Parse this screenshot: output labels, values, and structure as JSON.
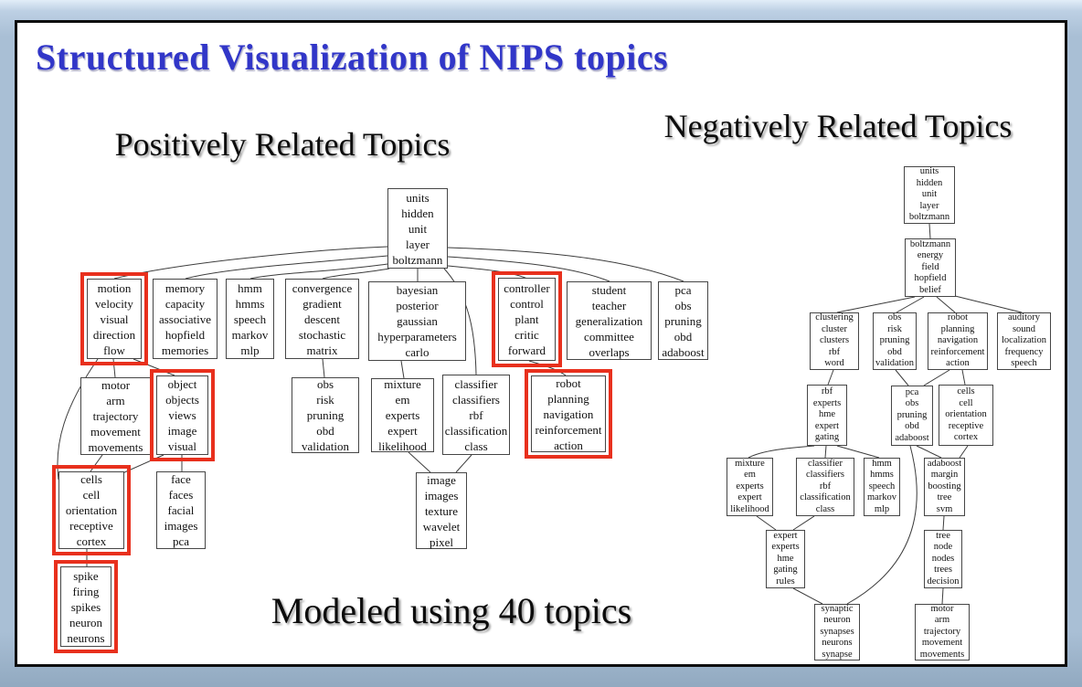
{
  "slide": {
    "title": "Structured Visualization of NIPS topics",
    "positive_heading": "Positively Related Topics",
    "negative_heading": "Negatively Related Topics",
    "caption": "Modeled using 40 topics"
  },
  "colors": {
    "title_blue": "#3136c8",
    "highlight_red": "#e8301d",
    "page_background": "#a9bfd5",
    "slide_background": "#ffffff",
    "frame": "#0d0d0d"
  },
  "positive_tree": {
    "highlighted": [
      "motion",
      "controller",
      "object",
      "robot",
      "cells",
      "spike"
    ],
    "root": "units\nhidden\nunit\nlayer\nboltzmann",
    "motion": "motion\nvelocity\nvisual\ndirection\nflow",
    "memory": "memory\ncapacity\nassociative\nhopfield\nmemories",
    "hmm": "hmm\nhmms\nspeech\nmarkov\nmlp",
    "convergence": "convergence\ngradient\ndescent\nstochastic\nmatrix",
    "bayesian": "bayesian\nposterior\ngaussian\nhyperparameters\ncarlo",
    "controller": "controller\ncontrol\nplant\ncritic\nforward",
    "student": "student\nteacher\ngeneralization\ncommittee\noverlaps",
    "pca": "pca\nobs\npruning\nobd\nadaboost",
    "motor": "motor\narm\ntrajectory\nmovement\nmovements",
    "object": "object\nobjects\nviews\nimage\nvisual",
    "obs": "obs\nrisk\npruning\nobd\nvalidation",
    "mixture": "mixture\nem\nexperts\nexpert\nlikelihood",
    "classifier": "classifier\nclassifiers\nrbf\nclassification\nclass",
    "robot": "robot\nplanning\nnavigation\nreinforcement\naction",
    "cells": "cells\ncell\norientation\nreceptive\ncortex",
    "face": "face\nfaces\nfacial\nimages\npca",
    "image": "image\nimages\ntexture\nwavelet\npixel",
    "spike": "spike\nfiring\nspikes\nneuron\nneurons"
  },
  "negative_tree": {
    "highlighted": [],
    "root": "units\nhidden\nunit\nlayer\nboltzmann",
    "boltzmann": "boltzmann\nenergy\nfield\nhopfield\nbelief",
    "clustering": "clustering\ncluster\nclusters\nrbf\nword",
    "obs": "obs\nrisk\npruning\nobd\nvalidation",
    "robot": "robot\nplanning\nnavigation\nreinforcement\naction",
    "auditory": "auditory\nsound\nlocalization\nfrequency\nspeech",
    "rbf": "rbf\nexperts\nhme\nexpert\ngating",
    "pca": "pca\nobs\npruning\nobd\nadaboost",
    "cells": "cells\ncell\norientation\nreceptive\ncortex",
    "mixture": "mixture\nem\nexperts\nexpert\nlikelihood",
    "classifier": "classifier\nclassifiers\nrbf\nclassification\nclass",
    "hmm": "hmm\nhmms\nspeech\nmarkov\nmlp",
    "adaboost": "adaboost\nmargin\nboosting\ntree\nsvm",
    "expert": "expert\nexperts\nhme\ngating\nrules",
    "tree": "tree\nnode\nnodes\ntrees\ndecision",
    "synaptic": "synaptic\nneuron\nsynapses\nneurons\nsynapse",
    "motor": "motor\narm\ntrajectory\nmovement\nmovements"
  }
}
